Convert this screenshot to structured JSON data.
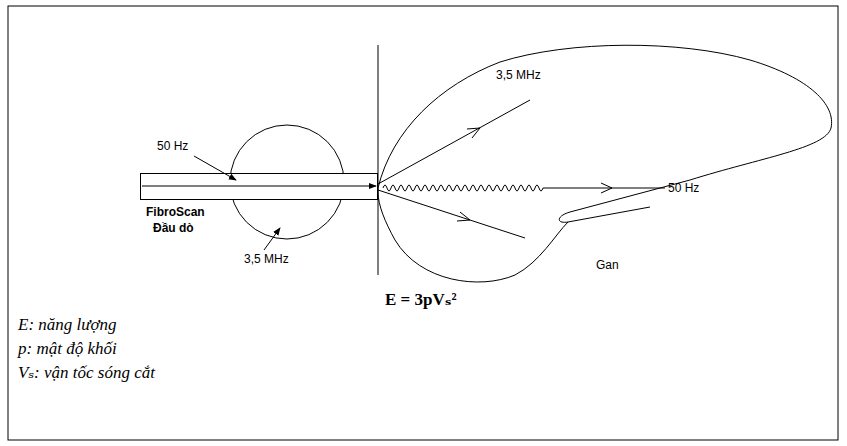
{
  "diagram": {
    "nodes": [
      {
        "text": [
          "FibroScan",
          "Đầu dò"
        ]
      },
      {
        "text": [
          "Gan"
        ]
      }
    ],
    "labels": [
      "50 Hz",
      "3,5 MHz",
      "3,5 MHz",
      "50 Hz",
      "E = 3pVₛ²",
      "E: năng lượng",
      "p: mật độ khối",
      "Vₛ: vận tốc sóng cắt"
    ]
  }
}
